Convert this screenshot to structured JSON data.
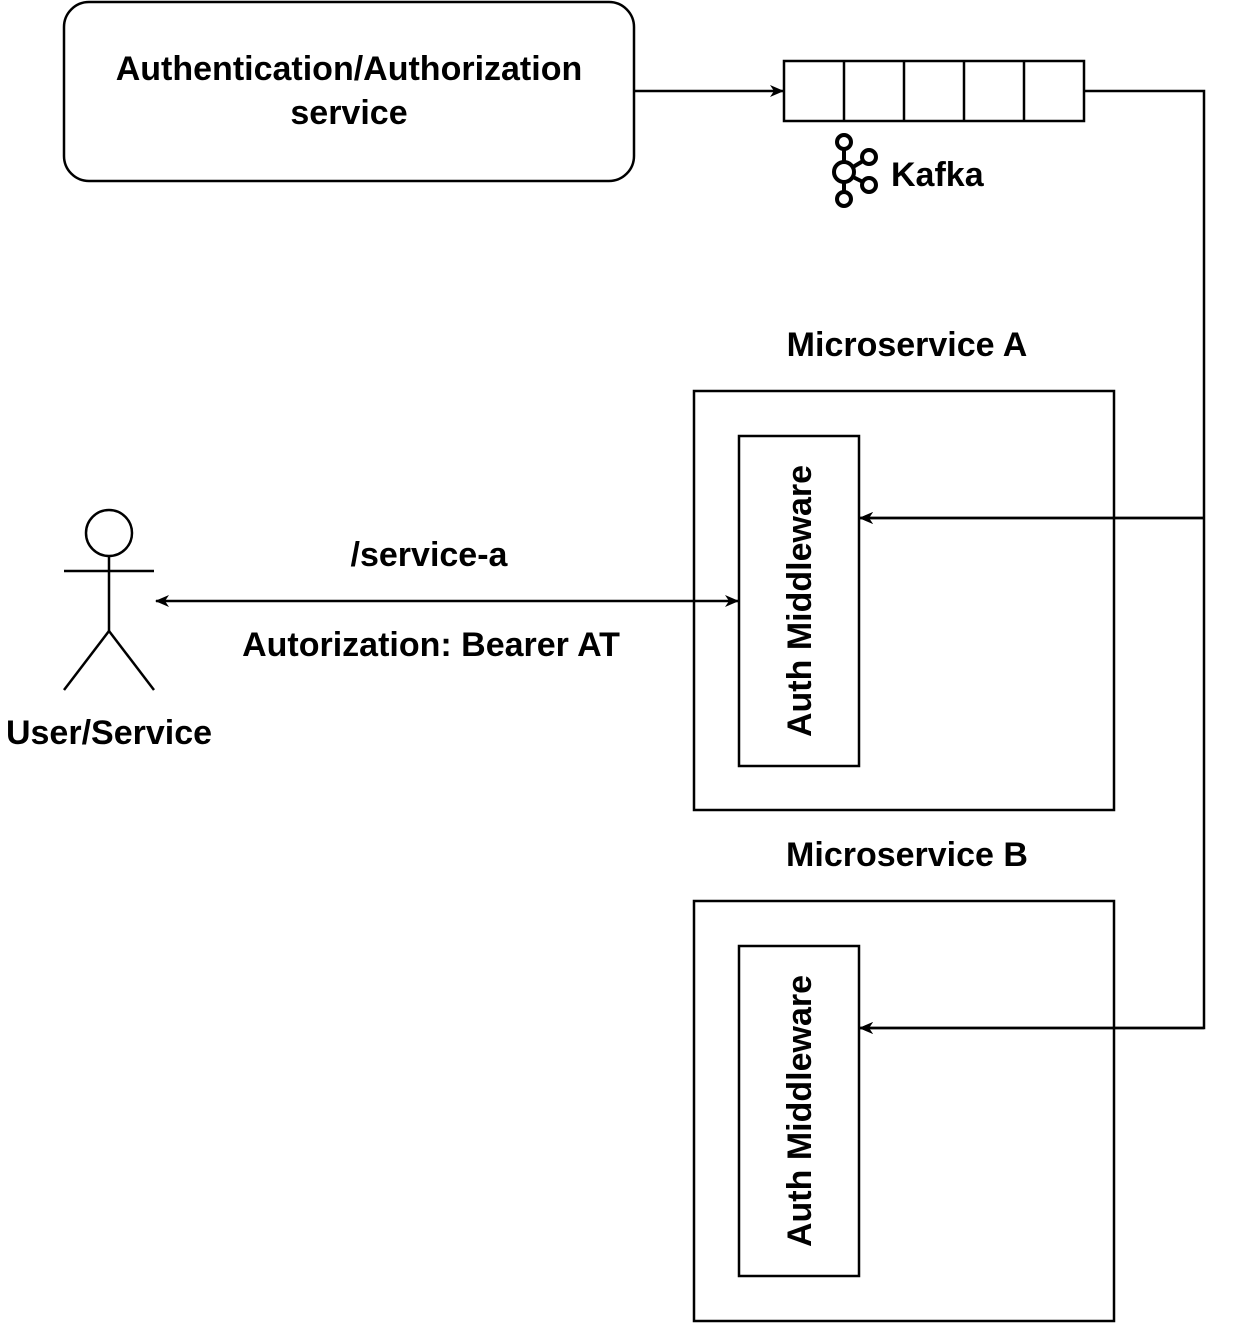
{
  "auth_service": {
    "line1": "Authentication/Authorization",
    "line2": "service"
  },
  "queue": {
    "label": "Kafka",
    "icon": "kafka-icon",
    "slots": 5
  },
  "microservice_a": {
    "title": "Microservice A",
    "middleware_label": "Auth Middleware"
  },
  "microservice_b": {
    "title": "Microservice B",
    "middleware_label": "Auth Middleware"
  },
  "actor": {
    "label": "User/Service",
    "icon": "user-actor-icon"
  },
  "request": {
    "path_label": "/service-a",
    "header_label": "Autorization: Bearer AT"
  },
  "colors": {
    "stroke": "#000000",
    "background": "#ffffff"
  }
}
